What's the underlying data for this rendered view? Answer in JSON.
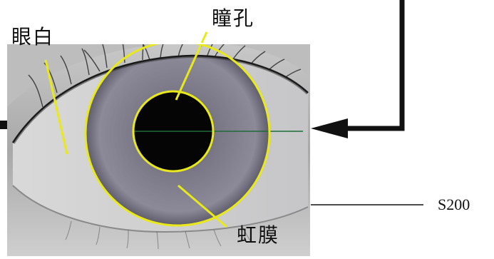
{
  "labels": {
    "sclera": "眼白",
    "pupil": "瞳孔",
    "iris": "虹膜",
    "reference": "S200"
  },
  "colors": {
    "annotation": "#e8e81c",
    "pupil": "#050505",
    "pupil_centerline": "#1f6b3a",
    "arrow": "#111111",
    "background": "#ffffff"
  }
}
